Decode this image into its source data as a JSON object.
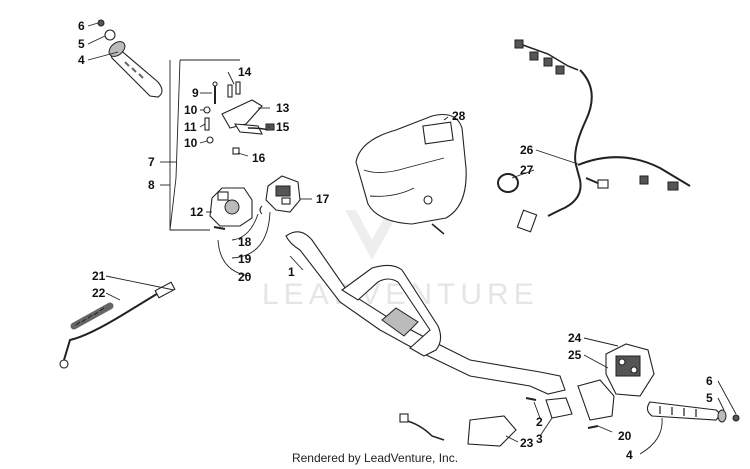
{
  "watermark": "LEADVENTURE",
  "footer": "Rendered by LeadVenture, Inc.",
  "callouts": {
    "p6a": "6",
    "p5a": "5",
    "p4a": "4",
    "p14": "14",
    "p9": "9",
    "p10a": "10",
    "p11": "11",
    "p13": "13",
    "p15": "15",
    "p10b": "10",
    "p16": "16",
    "p7": "7",
    "p8": "8",
    "p12": "12",
    "p17": "17",
    "p18": "18",
    "p19": "19",
    "p20a": "20",
    "p1": "1",
    "p28": "28",
    "p26": "26",
    "p27": "27",
    "p21": "21",
    "p22": "22",
    "p24": "24",
    "p25": "25",
    "p6b": "6",
    "p5b": "5",
    "p2": "2",
    "p3": "3",
    "p23": "23",
    "p20b": "20",
    "p4b": "4"
  }
}
